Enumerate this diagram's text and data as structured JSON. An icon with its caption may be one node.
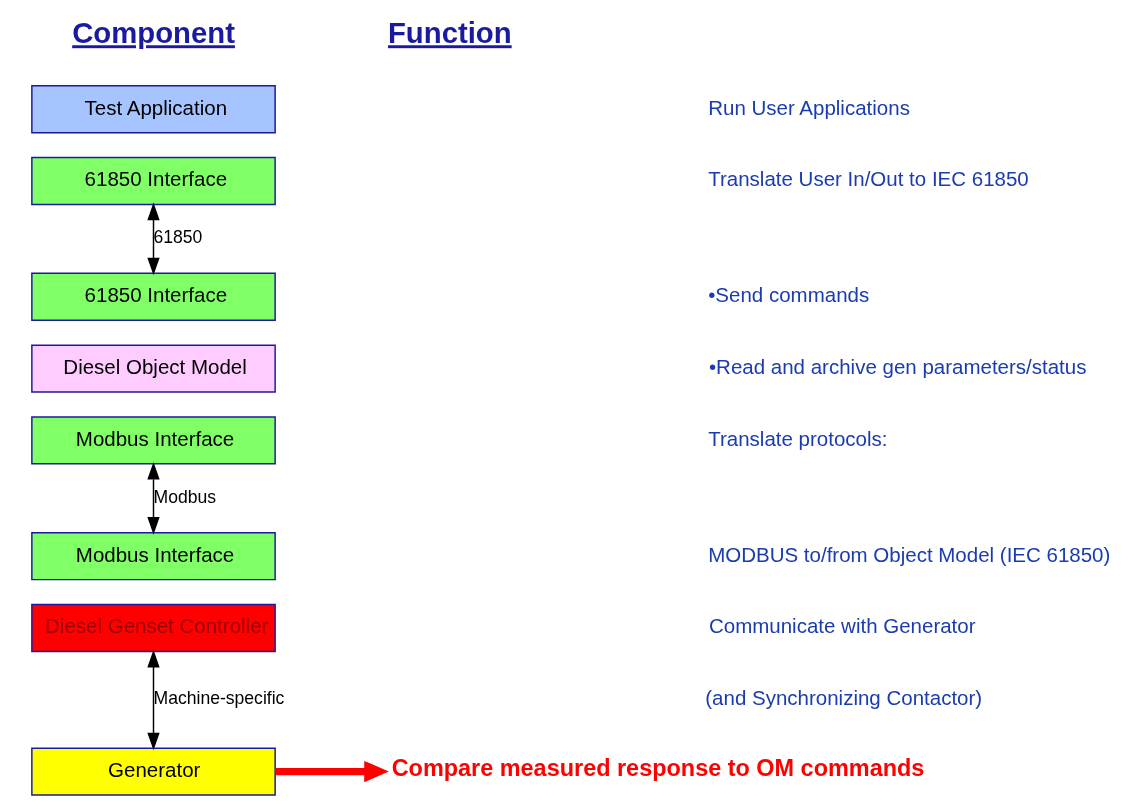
{
  "diagram": {
    "nodes": [
      {
        "text": [
          "Test Application"
        ]
      },
      {
        "text": [
          "61850 Interface"
        ]
      },
      {
        "text": [
          "61850 Interface"
        ]
      },
      {
        "text": [
          "Diesel Object Model"
        ]
      },
      {
        "text": [
          "Modbus Interface"
        ]
      },
      {
        "text": [
          "Modbus Interface"
        ]
      },
      {
        "text": [
          "Diesel Genset Controller"
        ]
      },
      {
        "text": [
          "Generator"
        ]
      },
      {
        "text": [
          "Compare measured response to OM commands"
        ]
      }
    ],
    "edges": [
      {
        "from": 1,
        "to": 2,
        "arrow": "both",
        "label": "61850"
      },
      {
        "from": 4,
        "to": 5,
        "arrow": "both",
        "label": "Modbus"
      },
      {
        "from": 6,
        "to": 7,
        "arrow": "both",
        "label": "Machine-specific"
      },
      {
        "from": 7,
        "to": 8,
        "arrow": "to",
        "style": "thick",
        "color": "#ff0000"
      }
    ],
    "labels": [
      "Component",
      "Function",
      "Run User Applications",
      "Translate User In/Out to IEC 61850",
      "•Send commands",
      "•Read and archive gen parameters/status",
      "Translate protocols:",
      "MODBUS to/from Object Model (IEC 61850)",
      "Communicate with Generator",
      "(and Synchronizing Contactor)"
    ]
  }
}
